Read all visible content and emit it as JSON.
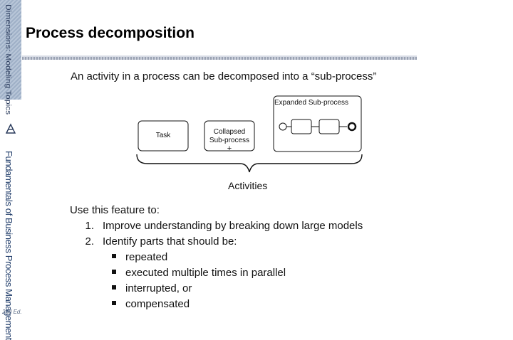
{
  "sidebar": {
    "top_text": "Dimensions: Modeling Topics",
    "book_text": "Fundamentals of Business Process Management",
    "edition": "2nd Ed."
  },
  "slide": {
    "title": "Process decomposition",
    "subtitle": "An activity in a process can be decomposed into a “sub-process”"
  },
  "diagram": {
    "task_label": "Task",
    "collapsed_label_line1": "Collapsed",
    "collapsed_label_line2": "Sub-process",
    "collapsed_marker": "+",
    "expanded_label": "Expanded Sub-process",
    "brace_label": "Activities"
  },
  "usage": {
    "intro": "Use this feature to:",
    "numbered": [
      {
        "num": "1.",
        "text": "Improve understanding by breaking down large models"
      },
      {
        "num": "2.",
        "text": "Identify parts that should be:"
      }
    ],
    "bullets": [
      "repeated",
      "executed multiple times in parallel",
      "interrupted, or",
      "compensated"
    ]
  }
}
